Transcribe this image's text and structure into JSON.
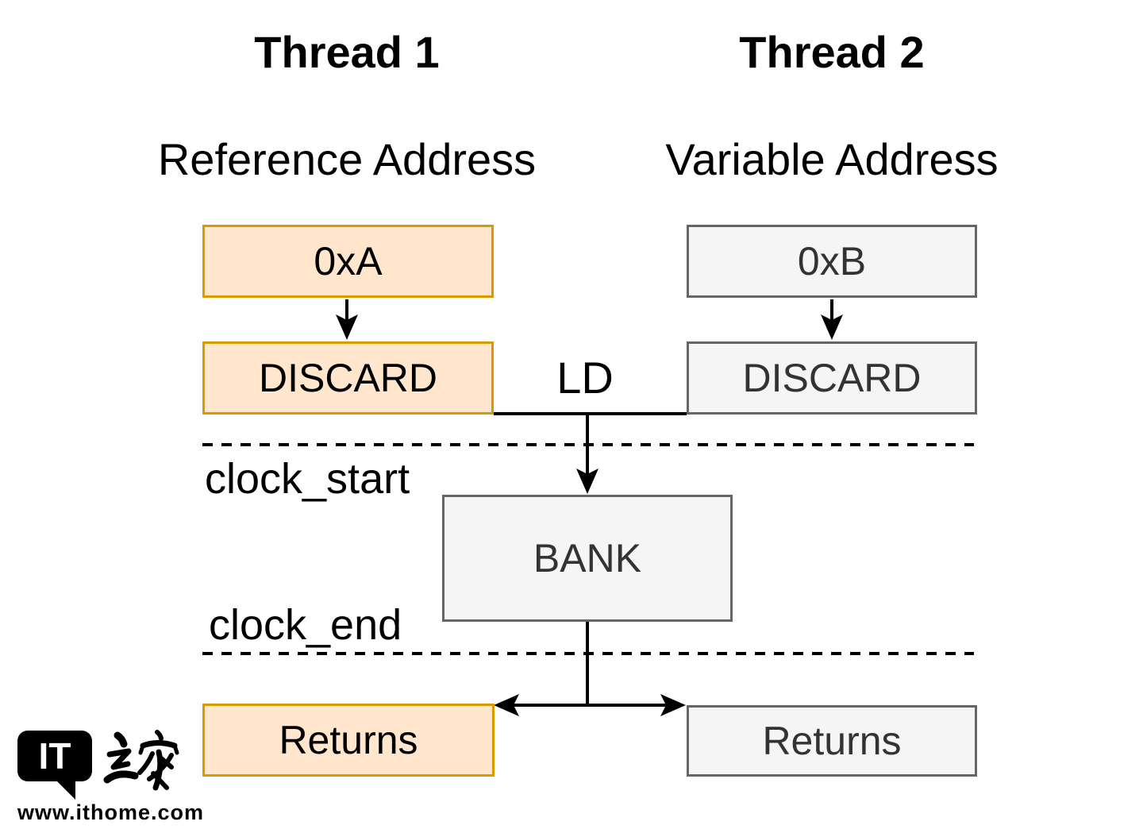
{
  "diagram": {
    "thread1": {
      "title": "Thread 1",
      "subtitle": "Reference Address",
      "address_box": "0xA",
      "discard_box": "DISCARD",
      "returns_box": "Returns"
    },
    "thread2": {
      "title": "Thread 2",
      "subtitle": "Variable Address",
      "address_box": "0xB",
      "discard_box": "DISCARD",
      "returns_box": "Returns"
    },
    "center": {
      "ld_label": "LD",
      "bank_box": "BANK",
      "clock_start_label": "clock_start",
      "clock_end_label": "clock_end"
    }
  },
  "watermark": {
    "logo_text": "IT",
    "cjk_text": "之家",
    "url": "www.ithome.com"
  },
  "colors": {
    "thread1_fill": "#FFE6CC",
    "thread1_stroke": "#D79B00",
    "thread2_fill": "#F5F5F5",
    "thread2_stroke": "#666666",
    "thread2_text": "#333333",
    "line": "#000000",
    "background": "#FFFFFF"
  }
}
